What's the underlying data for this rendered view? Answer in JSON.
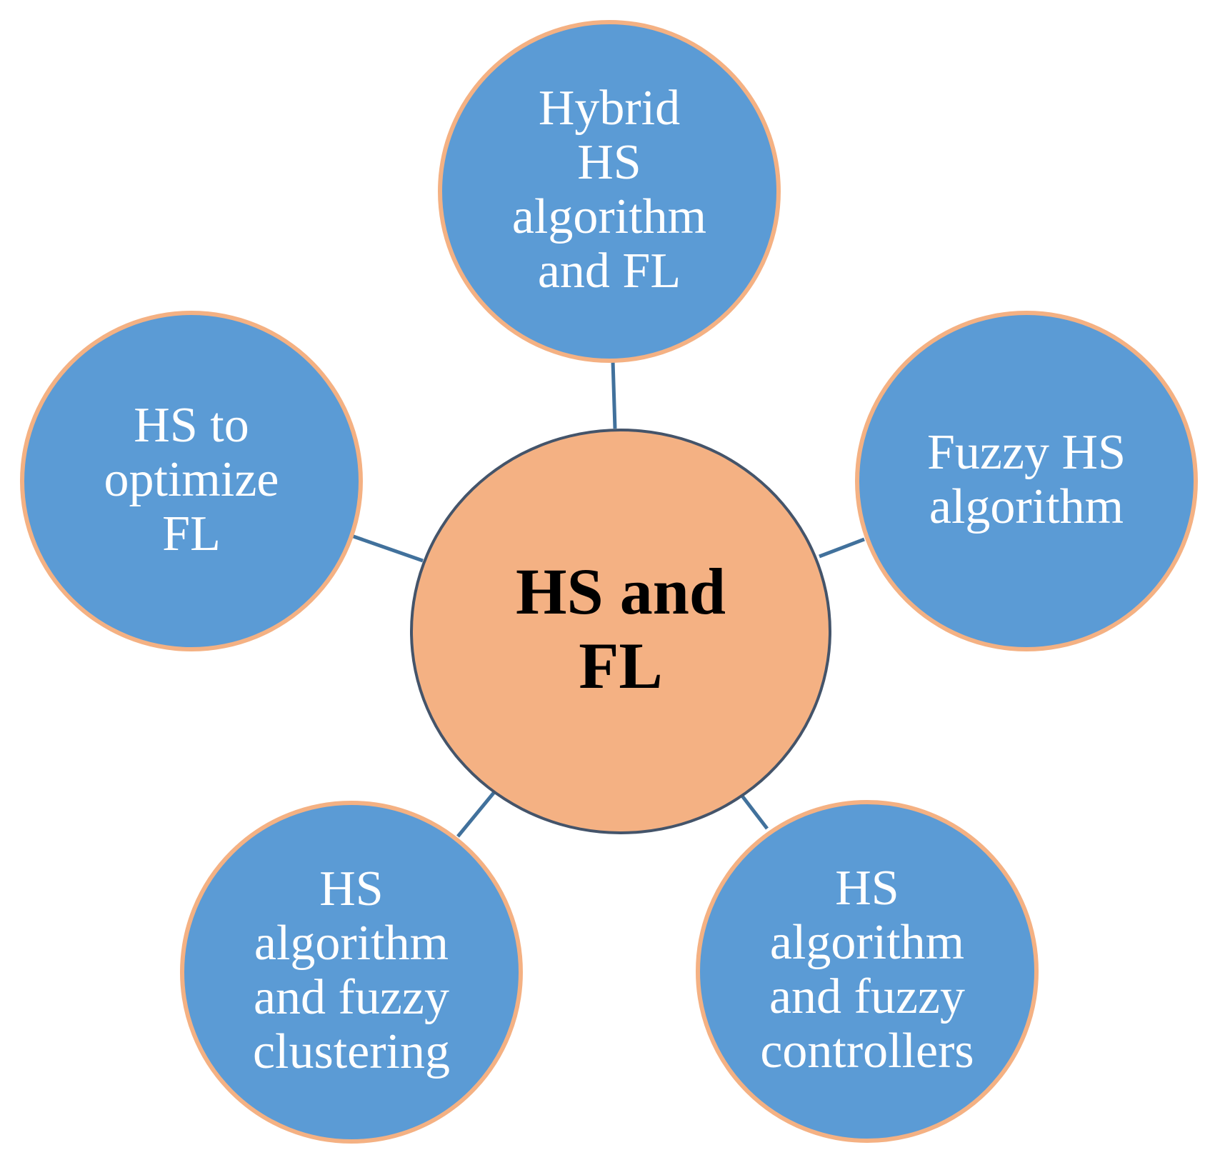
{
  "diagram": {
    "center": {
      "label": "HS and\nFL"
    },
    "nodes": [
      {
        "id": "top",
        "label": "Hybrid\nHS\nalgorithm\nand FL"
      },
      {
        "id": "right",
        "label": "Fuzzy HS\nalgorithm"
      },
      {
        "id": "bottom-right",
        "label": "HS\nalgorithm\nand fuzzy\ncontrollers"
      },
      {
        "id": "bottom-left",
        "label": "HS\nalgorithm\nand fuzzy\nclustering"
      },
      {
        "id": "left",
        "label": "HS to\noptimize\nFL"
      }
    ],
    "colors": {
      "center_fill": "#f4b183",
      "center_border": "#44546a",
      "node_fill": "#5b9bd5",
      "node_border": "#f4b183",
      "connector": "#41719c"
    }
  }
}
